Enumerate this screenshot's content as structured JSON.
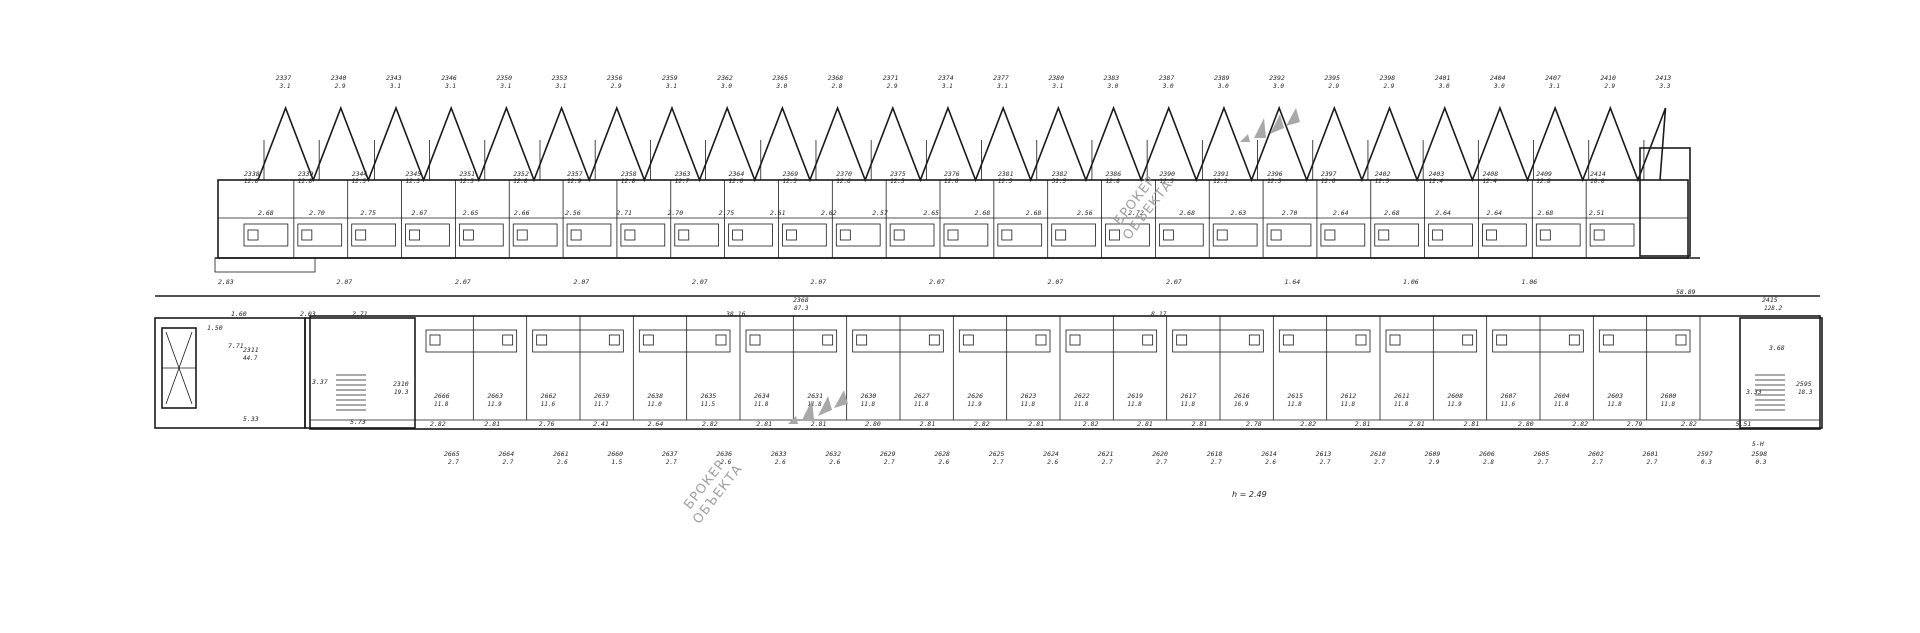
{
  "floor_plan": {
    "height_label": "h = 2.49",
    "watermark": {
      "line1": "БРОКЕР",
      "line2": "ОБЪЕКТА"
    },
    "top_rooms": [
      {
        "num": "2337",
        "area": "3.1"
      },
      {
        "num": "2340",
        "area": "2.9"
      },
      {
        "num": "2343",
        "area": "3.1"
      },
      {
        "num": "2346",
        "area": "3.1"
      },
      {
        "num": "2350",
        "area": "3.1"
      },
      {
        "num": "2353",
        "area": "3.1"
      },
      {
        "num": "2356",
        "area": "2.9"
      },
      {
        "num": "2359",
        "area": "3.1"
      },
      {
        "num": "2362",
        "area": "3.0"
      },
      {
        "num": "2365",
        "area": "3.0"
      },
      {
        "num": "2368",
        "area": "2.8"
      },
      {
        "num": "2371",
        "area": "2.9"
      },
      {
        "num": "2374",
        "area": "3.1"
      },
      {
        "num": "2377",
        "area": "3.1"
      },
      {
        "num": "2380",
        "area": "3.1"
      },
      {
        "num": "2383",
        "area": "3.0"
      },
      {
        "num": "2387",
        "area": "3.0"
      },
      {
        "num": "2389",
        "area": "3.0"
      },
      {
        "num": "2392",
        "area": "3.0"
      },
      {
        "num": "2395",
        "area": "2.9"
      },
      {
        "num": "2398",
        "area": "2.9"
      },
      {
        "num": "2401",
        "area": "3.0"
      },
      {
        "num": "2404",
        "area": "3.0"
      },
      {
        "num": "2407",
        "area": "3.1"
      },
      {
        "num": "2410",
        "area": "2.9"
      },
      {
        "num": "2413",
        "area": "3.3"
      }
    ],
    "upper_units": [
      {
        "num": "2338",
        "area": "12.8"
      },
      {
        "num": "2339",
        "area": "12.8"
      },
      {
        "num": "2344",
        "area": "12.5"
      },
      {
        "num": "2345",
        "area": "12.5"
      },
      {
        "num": "2351",
        "area": "12.5"
      },
      {
        "num": "2352",
        "area": "12.8"
      },
      {
        "num": "2357",
        "area": "12.9"
      },
      {
        "num": "2358",
        "area": "12.8"
      },
      {
        "num": "2363",
        "area": "12.7"
      },
      {
        "num": "2364",
        "area": "12.6"
      },
      {
        "num": "2369",
        "area": "12.5"
      },
      {
        "num": "2370",
        "area": "12.6"
      },
      {
        "num": "2375",
        "area": "12.5"
      },
      {
        "num": "2376",
        "area": "12.6"
      },
      {
        "num": "2381",
        "area": "12.5"
      },
      {
        "num": "2382",
        "area": "31.5"
      },
      {
        "num": "2386",
        "area": "12.8"
      },
      {
        "num": "2390",
        "area": "12.5"
      },
      {
        "num": "2391",
        "area": "12.5"
      },
      {
        "num": "2396",
        "area": "12.5"
      },
      {
        "num": "2397",
        "area": "12.6"
      },
      {
        "num": "2402",
        "area": "12.5"
      },
      {
        "num": "2403",
        "area": "12.4"
      },
      {
        "num": "2408",
        "area": "12.4"
      },
      {
        "num": "2409",
        "area": "12.8"
      },
      {
        "num": "2414",
        "area": "10.0"
      }
    ],
    "corridor": {
      "num": "2368",
      "area": "87.3",
      "dim_left": "38.16",
      "dim_mid": "8.17",
      "dim_right": "58.89",
      "stair_right_num": "2415",
      "stair_right_area": "128.2"
    },
    "upper_dims": [
      "2.68",
      "2.70",
      "2.75",
      "2.67",
      "2.65",
      "2.66",
      "2.56",
      "2.71",
      "2.70",
      "2.75",
      "2.61",
      "2.62",
      "2.57",
      "2.65",
      "2.68",
      "2.68",
      "2.56",
      "2.72",
      "2.68",
      "2.63",
      "2.70",
      "2.64",
      "2.68",
      "2.64",
      "2.64",
      "2.68",
      "2.51"
    ],
    "corridor_dims": [
      "2.83",
      "2.07",
      "2.07",
      "2.07",
      "2.07",
      "2.07",
      "2.07",
      "2.07",
      "2.07",
      "1.64",
      "1.06",
      "1.06"
    ],
    "lower_left": {
      "stair_num": "2311",
      "stair_area": "44.7",
      "stair_dim_h": "7.71",
      "stair_dim_w": "5.33",
      "lift_num": "2310",
      "lift_area": "19.3",
      "dim_150": "1.50",
      "dim_160": "1.60",
      "dim_573": "5.73",
      "dim_203": "2.03",
      "dim_271": "2.71",
      "dim_337": "3.37"
    },
    "lower_units": [
      {
        "num": "2666",
        "area": "11.8"
      },
      {
        "num": "2663",
        "area": "11.9"
      },
      {
        "num": "2662",
        "area": "11.6"
      },
      {
        "num": "2659",
        "area": "11.7"
      },
      {
        "num": "2638",
        "area": "11.0"
      },
      {
        "num": "2635",
        "area": "11.5"
      },
      {
        "num": "2634",
        "area": "11.8"
      },
      {
        "num": "2631",
        "area": "11.8"
      },
      {
        "num": "2630",
        "area": "11.8"
      },
      {
        "num": "2627",
        "area": "11.8"
      },
      {
        "num": "2626",
        "area": "11.9"
      },
      {
        "num": "2623",
        "area": "11.8"
      },
      {
        "num": "2622",
        "area": "11.8"
      },
      {
        "num": "2619",
        "area": "11.8"
      },
      {
        "num": "2617",
        "area": "11.8"
      },
      {
        "num": "2616",
        "area": "16.9"
      },
      {
        "num": "2615",
        "area": "11.8"
      },
      {
        "num": "2612",
        "area": "11.8"
      },
      {
        "num": "2611",
        "area": "11.8"
      },
      {
        "num": "2608",
        "area": "11.9"
      },
      {
        "num": "2607",
        "area": "11.6"
      },
      {
        "num": "2604",
        "area": "11.8"
      },
      {
        "num": "2603",
        "area": "11.8"
      },
      {
        "num": "2600",
        "area": "11.8"
      }
    ],
    "lower_dims": [
      "2.82",
      "2.81",
      "2.76",
      "2.41",
      "2.64",
      "2.82",
      "2.81",
      "2.81",
      "2.80",
      "2.81",
      "2.82",
      "2.81",
      "2.82",
      "2.81",
      "2.81",
      "2.78",
      "2.82",
      "2.81",
      "2.81",
      "2.81",
      "2.80",
      "2.82",
      "2.79",
      "2.82",
      "5.51"
    ],
    "bottom_rooms": [
      {
        "num": "2665",
        "area": "2.7"
      },
      {
        "num": "2664",
        "area": "2.7"
      },
      {
        "num": "2661",
        "area": "2.6"
      },
      {
        "num": "2660",
        "area": "1.5"
      },
      {
        "num": "2637",
        "area": "2.7"
      },
      {
        "num": "2636",
        "area": "2.6"
      },
      {
        "num": "2633",
        "area": "2.6"
      },
      {
        "num": "2632",
        "area": "2.6"
      },
      {
        "num": "2629",
        "area": "2.7"
      },
      {
        "num": "2628",
        "area": "2.6"
      },
      {
        "num": "2625",
        "area": "2.7"
      },
      {
        "num": "2624",
        "area": "2.6"
      },
      {
        "num": "2621",
        "area": "2.7"
      },
      {
        "num": "2620",
        "area": "2.7"
      },
      {
        "num": "2618",
        "area": "2.7"
      },
      {
        "num": "2614",
        "area": "2.6"
      },
      {
        "num": "2613",
        "area": "2.7"
      },
      {
        "num": "2610",
        "area": "2.7"
      },
      {
        "num": "2609",
        "area": "2.9"
      },
      {
        "num": "2606",
        "area": "2.8"
      },
      {
        "num": "2605",
        "area": "2.7"
      },
      {
        "num": "2602",
        "area": "2.7"
      },
      {
        "num": "2601",
        "area": "2.7"
      },
      {
        "num": "2597",
        "area": "0.3"
      },
      {
        "num": "2598",
        "area": "0.3"
      }
    ],
    "lower_right": {
      "unit_num": "2595",
      "unit_area": "18.3",
      "dim_333": "3.33",
      "dim_368": "3.68",
      "label_sh": "5-Н"
    }
  }
}
